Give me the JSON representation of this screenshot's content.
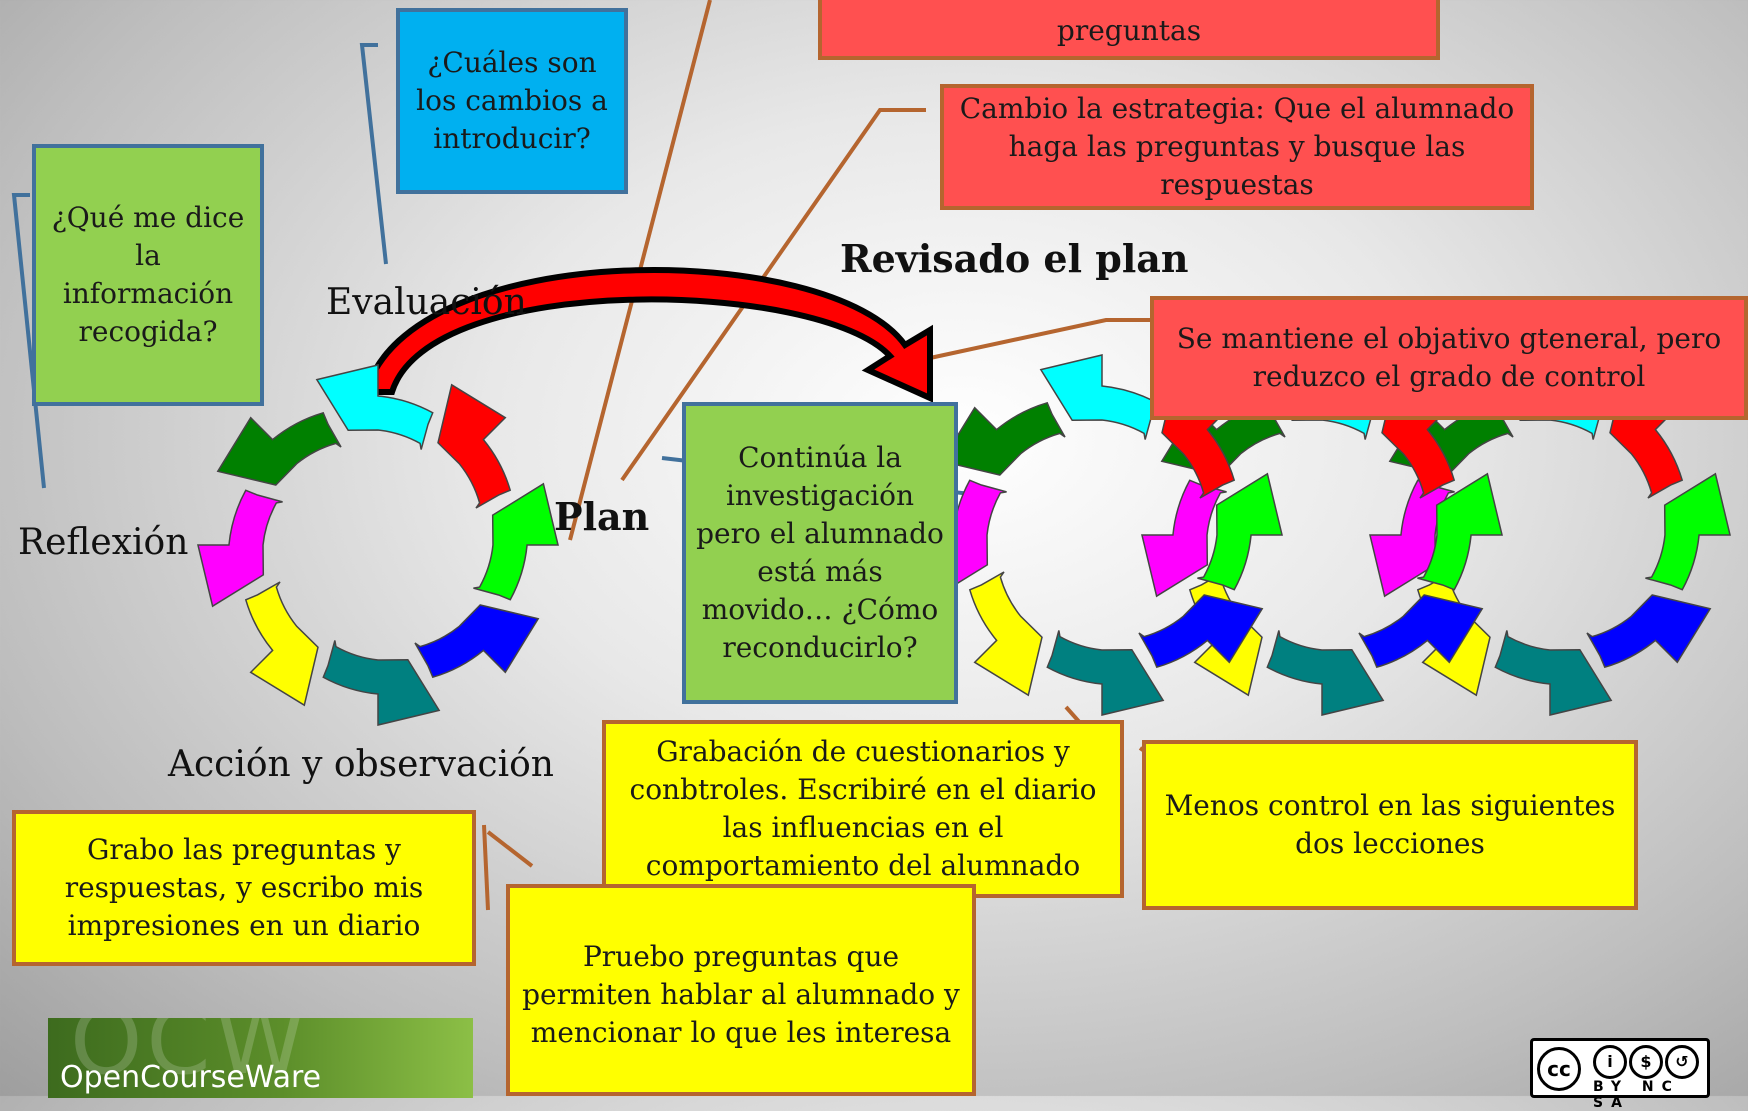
{
  "cycle_labels": {
    "evaluacion": "Evaluación",
    "reflexion": "Reflexión",
    "plan": "Plan",
    "accion": "Acción y observación",
    "revisado": "Revisado el plan"
  },
  "boxes": {
    "top_red_partial": "preguntas",
    "cambio_estrategia": "Cambio la estrategia: Que el alumnado haga las preguntas y busque las respuestas",
    "cuales_cambios": "¿Cuáles son los cambios a introducir?",
    "que_me_dice": "¿Qué me dice la información recogida?",
    "se_mantiene": "Se mantiene el objativo gteneral, pero reduzco el grado de control",
    "continua": "Continúa la investigación pero el alumnado está más movido… ¿Cómo reconducirlo?",
    "grabacion": "Grabación de cuestionarios y conbtroles. Escribiré en el diario las influencias en el comportamiento del alumnado",
    "menos_control": "Menos control en las siguientes dos lecciones",
    "grabo": "Grabo las preguntas y respuestas, y escribo mis impresiones en un  diario",
    "pruebo": "Pruebo preguntas que permiten hablar al alumnado y mencionar  lo que les interesa"
  },
  "logo": {
    "watermark": "OCW",
    "text": "OpenCourseWare"
  },
  "license": {
    "symbols": [
      "cc-icon",
      "by-icon",
      "nc-icon",
      "sa-icon"
    ],
    "text": "BY NC SA"
  },
  "colors": {
    "red_box": "#ff5050",
    "yellow_box": "#ffff00",
    "green_box": "#92d050",
    "blue_box": "#00b0f0",
    "connector_orange": "#b5652f",
    "connector_blue": "#41719c",
    "arrow_cyan": "#00ffff",
    "arrow_red": "#ff0000",
    "arrow_green": "#00ff00",
    "arrow_blue": "#0000ff",
    "arrow_teal": "#008080",
    "arrow_yellow": "#ffff00",
    "arrow_magenta": "#ff00ff",
    "arrow_darkgreen": "#008000"
  }
}
